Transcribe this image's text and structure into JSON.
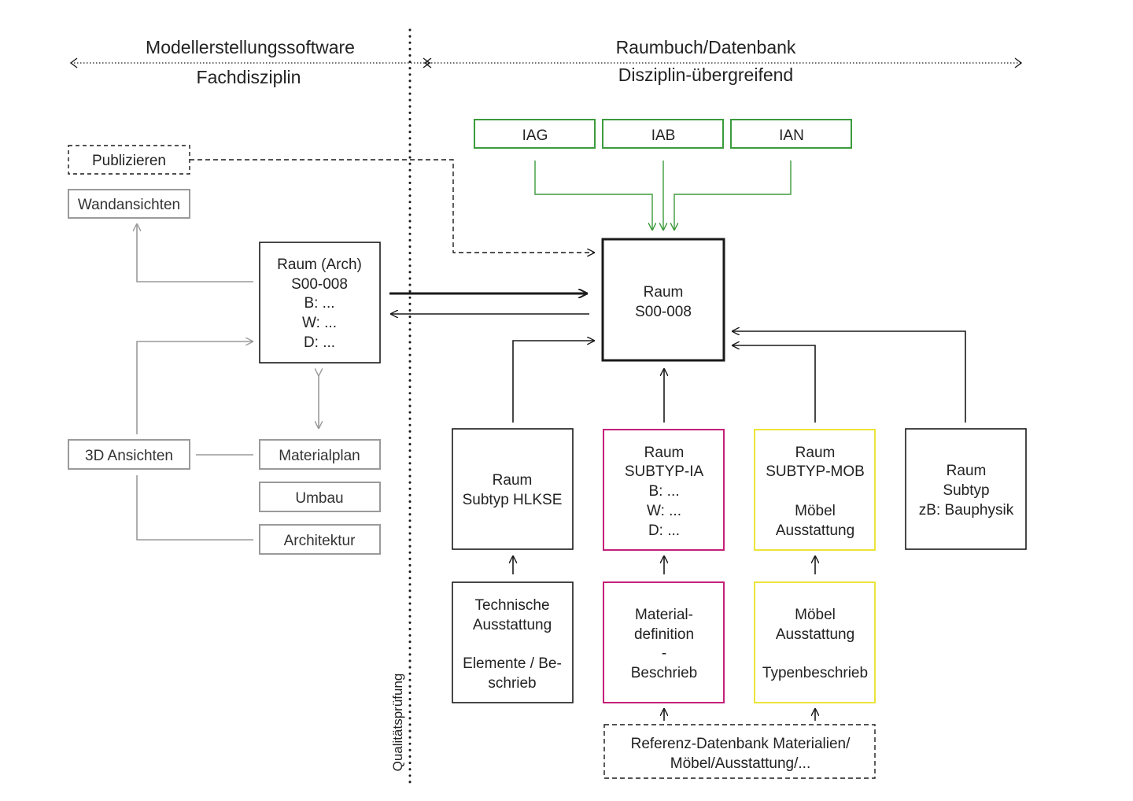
{
  "header": {
    "left_title": "Modellerstellungssoftware",
    "left_subtitle": "Fachdisziplin",
    "right_title": "Raumbuch/Datenbank",
    "right_subtitle": "Disziplin-übergreifend"
  },
  "quality_label": "Qualitätsprüfung",
  "left": {
    "publizieren": "Publizieren",
    "wandansichten": "Wandansichten",
    "raum_arch": [
      "Raum (Arch)",
      "S00-008",
      "B: ...",
      "W: ...",
      "D: ..."
    ],
    "ansichten_3d": "3D Ansichten",
    "materialplan": "Materialplan",
    "umbau": "Umbau",
    "architektur": "Architektur"
  },
  "right": {
    "iag": "IAG",
    "iab": "IAB",
    "ian": "IAN",
    "raum_main": [
      "Raum",
      "S00-008"
    ],
    "subtyp_hlkse": [
      "Raum",
      "Subtyp HLKSE"
    ],
    "subtyp_ia": [
      "Raum",
      "SUBTYP-IA",
      "B: ...",
      "W: ...",
      "D: ..."
    ],
    "subtyp_mob": [
      "Raum",
      "SUBTYP-MOB",
      "",
      "Möbel",
      "Ausstattung"
    ],
    "subtyp_other": [
      "Raum",
      "Subtyp",
      "zB: Bauphysik"
    ],
    "technische": [
      "Technische",
      "Ausstattung",
      "",
      "Elemente / Be-",
      "schrieb"
    ],
    "materialdef": [
      "Material-",
      "definition",
      "-",
      "Beschrieb"
    ],
    "moebel": [
      "Möbel",
      "Ausstattung",
      "",
      "Typenbeschrieb"
    ],
    "referenz": [
      "Referenz-Datenbank Materialien/",
      "Möbel/Ausstattung/..."
    ]
  },
  "colors": {
    "black": "#1a1a1a",
    "gray": "#9a9a9a",
    "green": "#3c9b3c",
    "magenta": "#c4207a",
    "yellow": "#ece43a"
  }
}
